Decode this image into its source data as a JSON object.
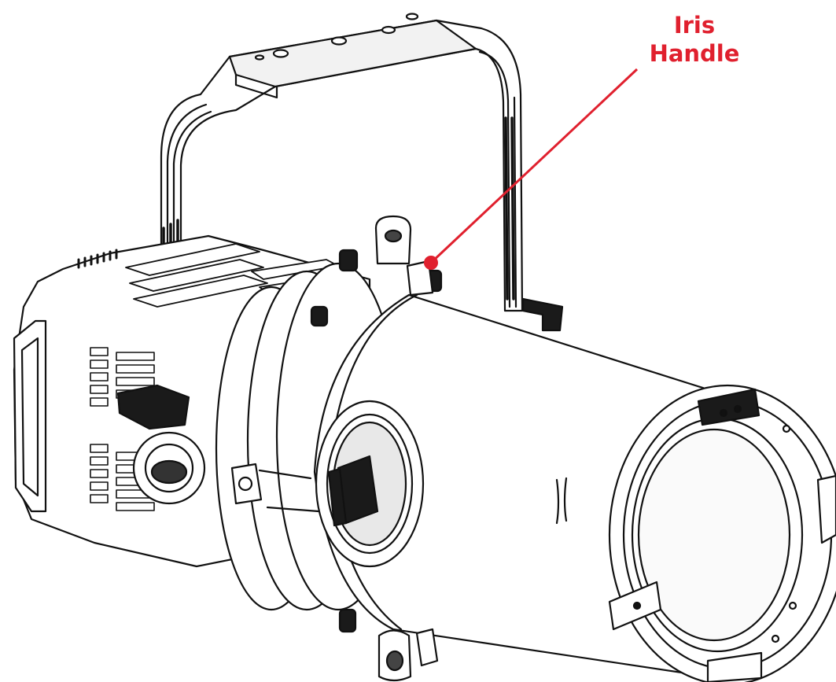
{
  "callout": {
    "line1": "Iris",
    "line2": "Handle",
    "color": "#e0202e"
  },
  "illustration": {
    "subject": "profile-spotlight-fixture",
    "stroke": "#111111",
    "fill": "#ffffff"
  }
}
